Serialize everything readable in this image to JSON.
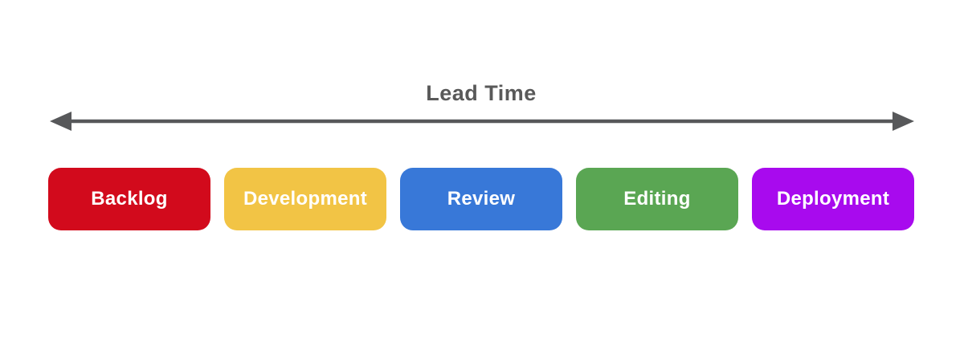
{
  "diagram": {
    "title": "Lead Time",
    "title_color": "#595959",
    "arrow_color": "#57585A",
    "background_color": "#ffffff",
    "stage_text_color": "#ffffff",
    "stages": [
      {
        "label": "Backlog",
        "color": "#D20A1C"
      },
      {
        "label": "Development",
        "color": "#F2C445"
      },
      {
        "label": "Review",
        "color": "#3878D8"
      },
      {
        "label": "Editing",
        "color": "#5AA653"
      },
      {
        "label": "Deployment",
        "color": "#A80AEE"
      }
    ]
  }
}
